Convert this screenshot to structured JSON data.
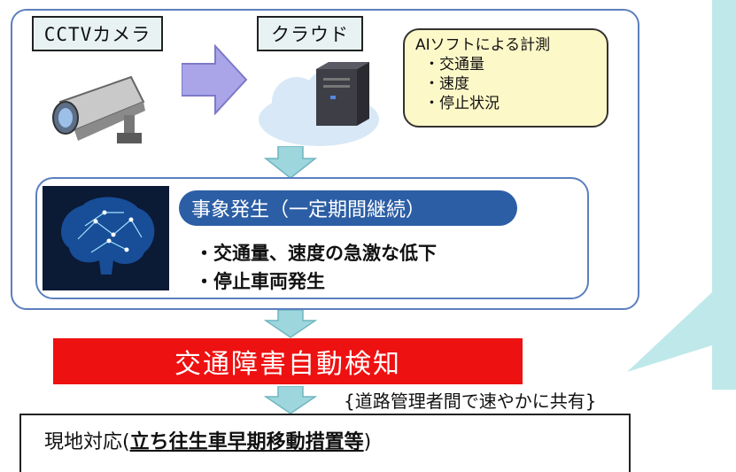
{
  "camera": {
    "label": "CCTVカメラ"
  },
  "cloud": {
    "label": "クラウド"
  },
  "ai_measurement": {
    "title": "AIソフトによる計測",
    "items": [
      "・交通量",
      "・速度",
      "・停止状況"
    ]
  },
  "event": {
    "title": "事象発生（一定期間継続）",
    "items": [
      "・交通量、速度の急激な低下",
      "・停止車両発生"
    ]
  },
  "detection": {
    "label": "交通障害自動検知"
  },
  "share_note": "道路管理者間で速やかに共有",
  "action": {
    "prefix": "現地対応(",
    "emphasis": "立ち往生車早期移動措置等",
    "suffix": ")"
  },
  "colors": {
    "frame": "#5b7fbe",
    "title_bg": "#2c5ea5",
    "banner": "#ee1111",
    "arrow": "#9dd6dc",
    "bubble": "#fdf8c8",
    "callout": "#bfe8ea"
  }
}
